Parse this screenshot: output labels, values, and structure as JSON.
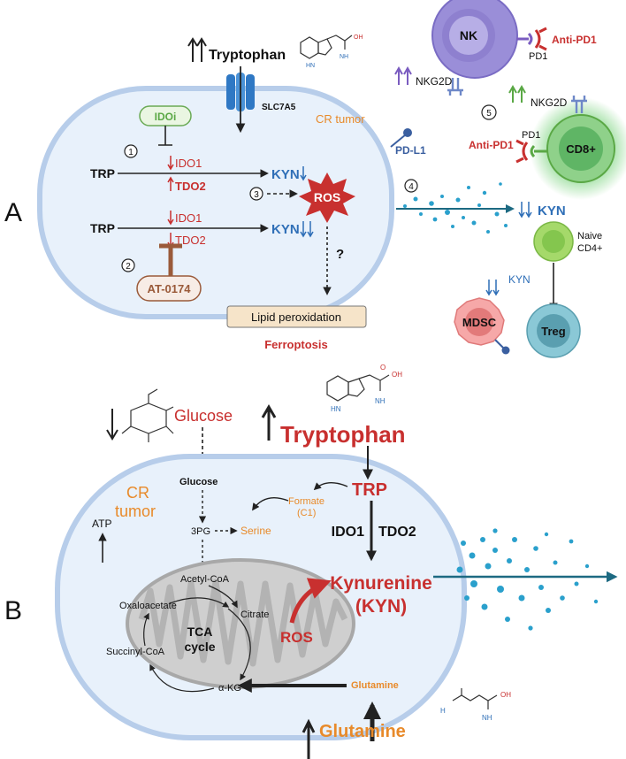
{
  "panel_a": {
    "label": "A",
    "tryptophan": "Tryptophan",
    "transporter": "SLC7A5",
    "tumor": "CR tumor",
    "idoi": "IDOi",
    "step1": "1",
    "step2": "2",
    "step3": "3",
    "step4": "4",
    "step5": "5",
    "trp1": "TRP",
    "ido1_a": "IDO1",
    "tdo2_a": "TDO2",
    "kyn1": "KYN",
    "trp2": "TRP",
    "ido1_b": "IDO1",
    "tdo2_b": "TDO2",
    "kyn2": "KYN",
    "ros": "ROS",
    "question": "?",
    "inhibitor": "AT-0174",
    "lipid": "Lipid peroxidation",
    "ferroptosis": "Ferroptosis",
    "pdl1": "PD-L1",
    "nk": "NK",
    "antipd1_nk": "Anti-PD1",
    "pd1_nk": "PD1",
    "nkg2d_nk": "NKG2D",
    "nkg2d_cd8": "NKG2D",
    "pd1_cd8": "PD1",
    "antipd1_cd8": "Anti-PD1",
    "cd8": "CD8+",
    "kyn_out": "KYN",
    "naive_line1": "Naive",
    "naive_line2": "CD4+",
    "kyn_treg": "KYN",
    "mdsc": "MDSC",
    "treg": "Treg"
  },
  "panel_b": {
    "label": "B",
    "glucose_out": "Glucose",
    "tryptophan": "Tryptophan",
    "tumor_line1": "CR",
    "tumor_line2": "tumor",
    "atp": "ATP",
    "glucose_in": "Glucose",
    "g3p": "3PG",
    "serine": "Serine",
    "formate_line1": "Formate",
    "formate_line2": "(C1)",
    "trp": "TRP",
    "ido1": "IDO1",
    "tdo2": "TDO2",
    "acetyl": "Acetyl-CoA",
    "oxaloacetate": "Oxaloacetate",
    "citrate": "Citrate",
    "tca_line1": "TCA",
    "tca_line2": "cycle",
    "succinyl": "Succinyl-CoA",
    "akg": "α-KG",
    "ros": "ROS",
    "kyn_line1": "Kynurenine",
    "kyn_line2": "(KYN)",
    "glutamine_in": "Glutamine",
    "glutamine_out": "Glutamine"
  },
  "molecules": {
    "nh2": "NH",
    "oh": "OH",
    "o": "O",
    "hn": "HN",
    "h2n": "H"
  },
  "colors": {
    "cell_fill": "#e8f1fb",
    "cell_stroke": "#b7cdea",
    "red": "#c8302f",
    "orange": "#e88a2a",
    "blue": "#2f6fb7",
    "brown": "#9a5a3a",
    "green": "#5aa845",
    "purple": "#7a5cc0"
  }
}
